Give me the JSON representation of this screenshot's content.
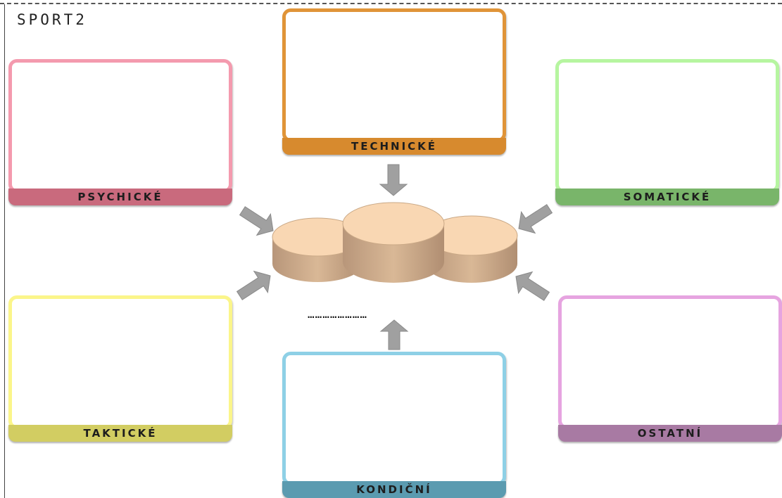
{
  "page_label": "SPORT2",
  "center_blank": "……………………",
  "panels": {
    "psychicke": {
      "label": "PSYCHICKÉ",
      "frame_color": "#f49aae",
      "bar_color": "#c96a7d"
    },
    "technicke": {
      "label": "TECHNICKÉ",
      "frame_color": "#e09438",
      "bar_color": "#d78a2e"
    },
    "somaticke": {
      "label": "SOMATICKÉ",
      "frame_color": "#b6f5a0",
      "bar_color": "#79b56a"
    },
    "takticke": {
      "label": "TAKTICKÉ",
      "frame_color": "#fbf58a",
      "bar_color": "#d2cd62"
    },
    "kondicni": {
      "label": "KONDIČNÍ",
      "frame_color": "#8ed0e6",
      "bar_color": "#5b9bb0"
    },
    "ostatni": {
      "label": "OSTATNÍ",
      "frame_color": "#e6a4e0",
      "bar_color": "#a87aa3"
    }
  },
  "colors": {
    "disc_top": "#f9d7b3",
    "disc_side": "#c9a886",
    "arrow": "#a0a0a0"
  }
}
